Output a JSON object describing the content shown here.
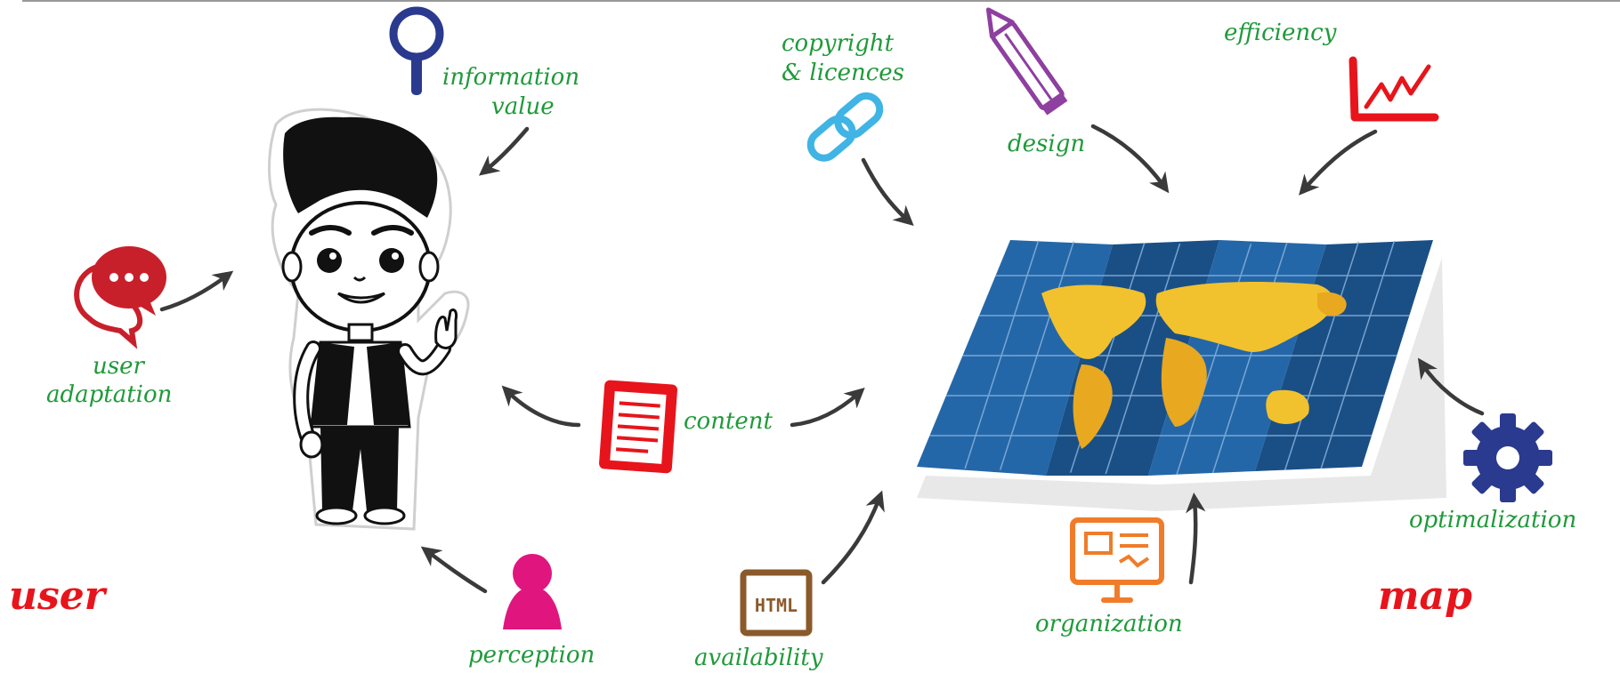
{
  "labels": {
    "information_value": [
      "information",
      "value"
    ],
    "copyright": [
      "copyright",
      "& licences"
    ],
    "design": "design",
    "efficiency": "efficiency",
    "user_adaptation": [
      "user",
      "adaptation"
    ],
    "content": "content",
    "perception": "perception",
    "availability": "availability",
    "organization": "organization",
    "optimalization": "optimalization",
    "user": "user",
    "map": "map"
  },
  "icons": {
    "search": "magnifier-icon",
    "link": "chain-link-icon",
    "pencil": "pencil-icon",
    "chart": "line-chart-icon",
    "speech": "speech-bubble-icon",
    "document": "document-icon",
    "person": "person-icon",
    "html": "html-icon",
    "board": "presentation-board-icon",
    "gear": "gear-icon"
  },
  "html_icon_text": "HTML",
  "colors": {
    "label": "#1f9a3a",
    "accent_red": "#e8141b",
    "arrow": "#3a3a3a",
    "map_blue": "#1f5e9c",
    "land": "#f2c12e"
  }
}
